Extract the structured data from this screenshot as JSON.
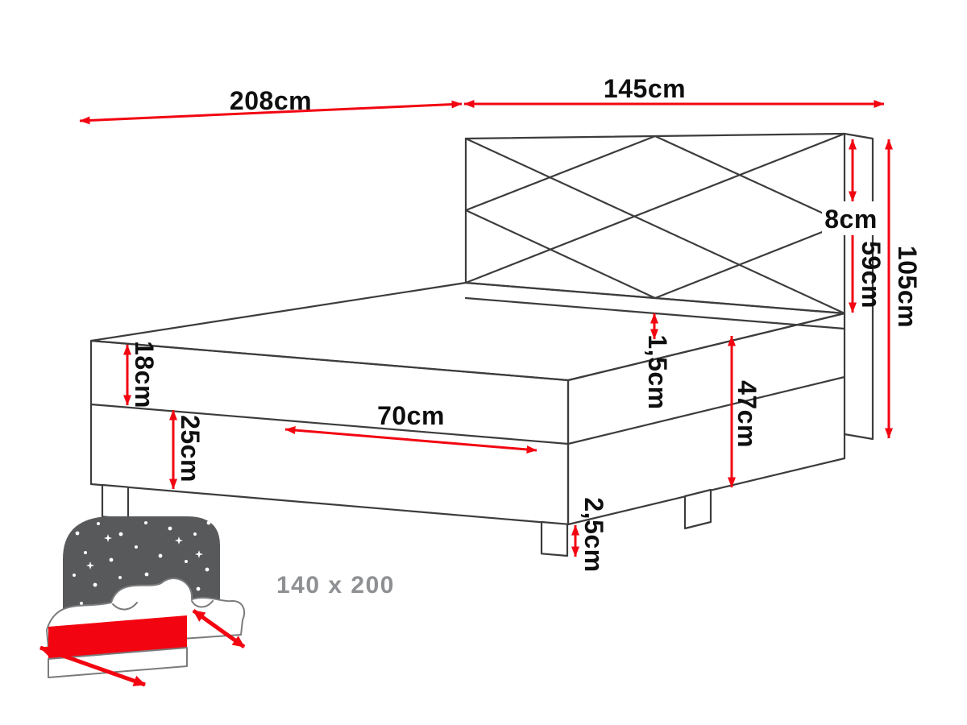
{
  "diagram": {
    "size_label": "140 x 200",
    "dims": {
      "d208": "208cm",
      "d145": "145cm",
      "d8": "8cm",
      "d59": "59cm",
      "d105": "105cm",
      "d1_5": "1,5cm",
      "d18": "18cm",
      "d25": "25cm",
      "d70": "70cm",
      "d47": "47cm",
      "d2_5": "2,5cm"
    }
  },
  "icons": {
    "bed_pictogram": "bed-with-starry-headboard-icon",
    "dimension_arrow": "double-headed-arrow"
  },
  "colors": {
    "background": "#ffffff",
    "outline_dark": "#3c3c3c",
    "dimension_red": "#f20511",
    "icon_gray": "#58595b",
    "size_label_gray": "#8e9093",
    "text_black": "#0f0f0f"
  }
}
